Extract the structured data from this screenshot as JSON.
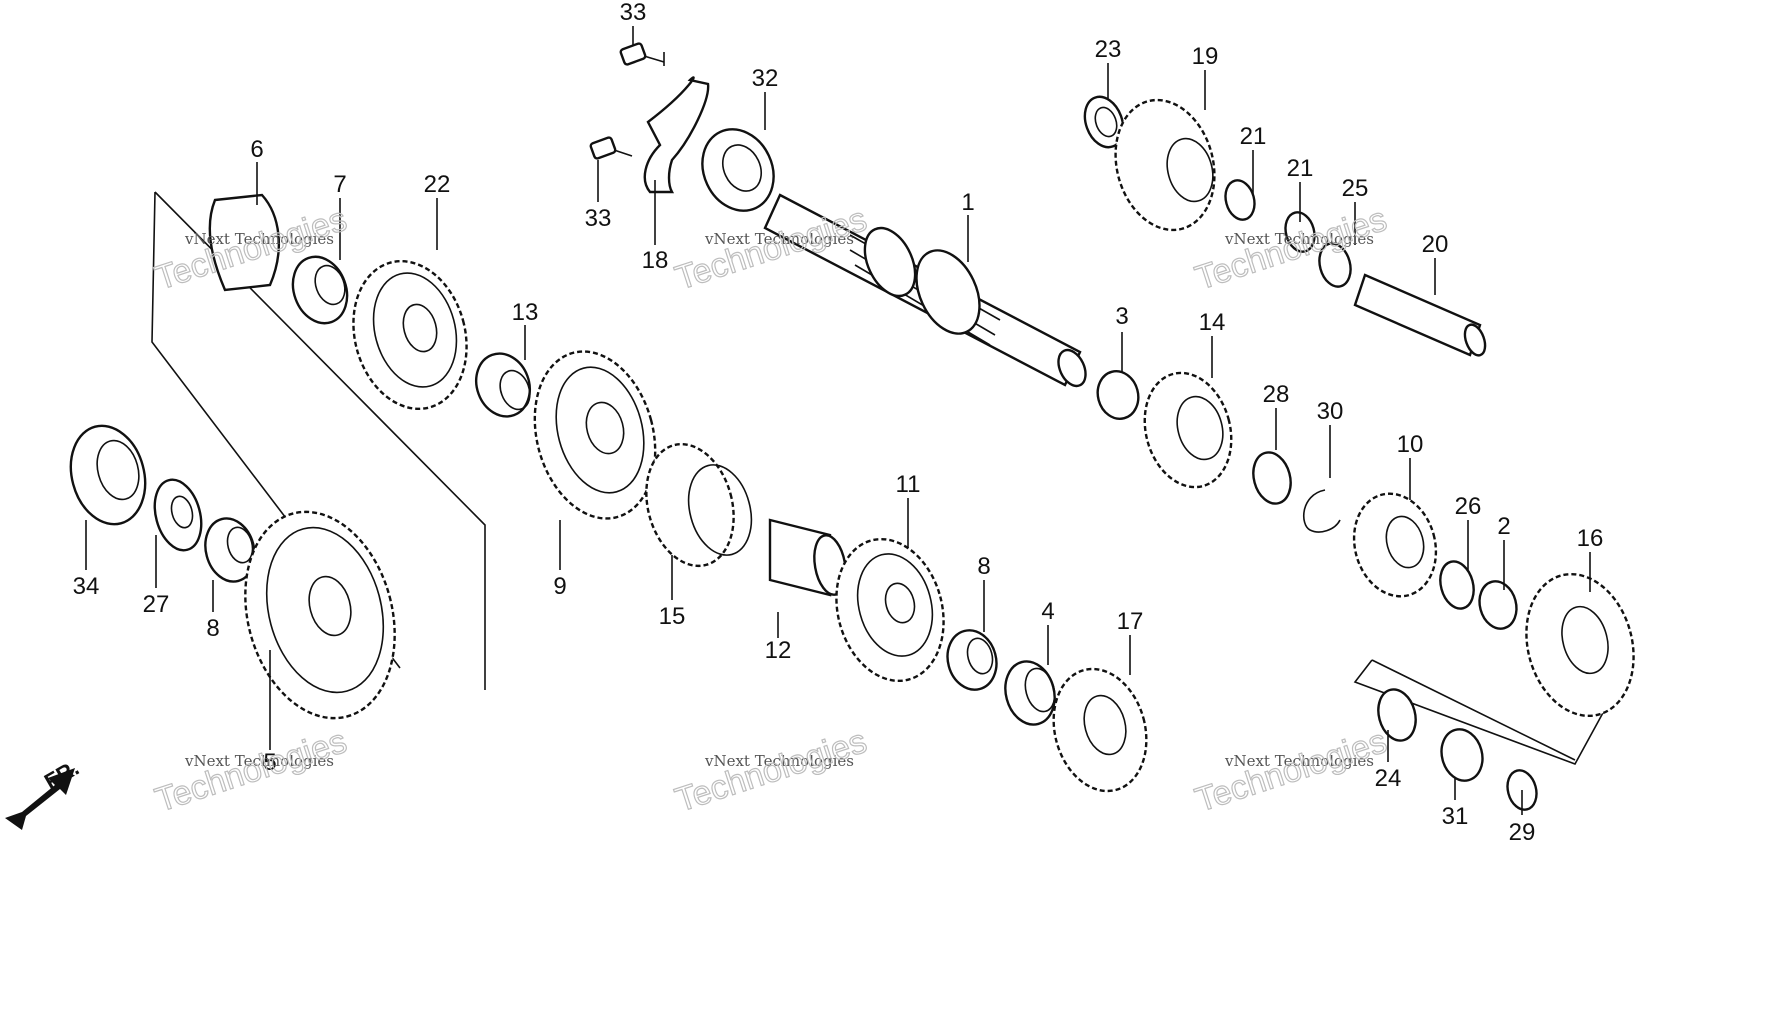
{
  "diagram": {
    "parts": [
      {
        "id": "part-1",
        "label": "1"
      },
      {
        "id": "part-2",
        "label": "2"
      },
      {
        "id": "part-3",
        "label": "3"
      },
      {
        "id": "part-4",
        "label": "4"
      },
      {
        "id": "part-5",
        "label": "5"
      },
      {
        "id": "part-6",
        "label": "6"
      },
      {
        "id": "part-7",
        "label": "7"
      },
      {
        "id": "part-8a",
        "label": "8"
      },
      {
        "id": "part-8b",
        "label": "8"
      },
      {
        "id": "part-9",
        "label": "9"
      },
      {
        "id": "part-10",
        "label": "10"
      },
      {
        "id": "part-11",
        "label": "11"
      },
      {
        "id": "part-12",
        "label": "12"
      },
      {
        "id": "part-13",
        "label": "13"
      },
      {
        "id": "part-14",
        "label": "14"
      },
      {
        "id": "part-15",
        "label": "15"
      },
      {
        "id": "part-16",
        "label": "16"
      },
      {
        "id": "part-17",
        "label": "17"
      },
      {
        "id": "part-18",
        "label": "18"
      },
      {
        "id": "part-19",
        "label": "19"
      },
      {
        "id": "part-20",
        "label": "20"
      },
      {
        "id": "part-21a",
        "label": "21"
      },
      {
        "id": "part-21b",
        "label": "21"
      },
      {
        "id": "part-22",
        "label": "22"
      },
      {
        "id": "part-23",
        "label": "23"
      },
      {
        "id": "part-24",
        "label": "24"
      },
      {
        "id": "part-25",
        "label": "25"
      },
      {
        "id": "part-26",
        "label": "26"
      },
      {
        "id": "part-27",
        "label": "27"
      },
      {
        "id": "part-28",
        "label": "28"
      },
      {
        "id": "part-29",
        "label": "29"
      },
      {
        "id": "part-30",
        "label": "30"
      },
      {
        "id": "part-31",
        "label": "31"
      },
      {
        "id": "part-32",
        "label": "32"
      },
      {
        "id": "part-33a",
        "label": "33"
      },
      {
        "id": "part-33b",
        "label": "33"
      },
      {
        "id": "part-34",
        "label": "34"
      }
    ],
    "front_marker": "FR.",
    "watermark": {
      "line1": "vNext Technologies",
      "line2": "Technologies"
    }
  }
}
